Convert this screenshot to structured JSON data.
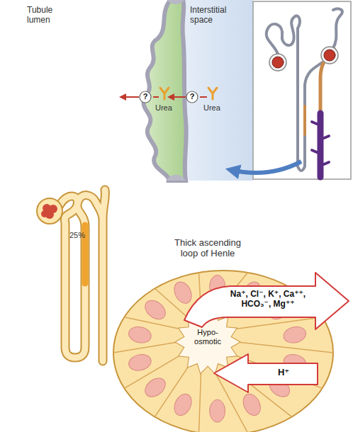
{
  "diagram": {
    "nodes": [
      {
        "text": [
          "?"
        ]
      },
      {
        "text": [
          "?"
        ]
      },
      {
        "text": [
          "Hypo- osmotic"
        ]
      },
      {
        "text": [
          "Na⁺, Cl⁻, K⁺, Ca⁺⁺, HCO₃⁻, Mg⁺⁺"
        ]
      },
      {
        "text": [
          "H⁺"
        ]
      }
    ],
    "labels": [
      "Tubule lumen",
      "Interstitial space",
      "Urea",
      "Urea",
      "25%",
      "Thick ascending loop of Henle"
    ]
  }
}
